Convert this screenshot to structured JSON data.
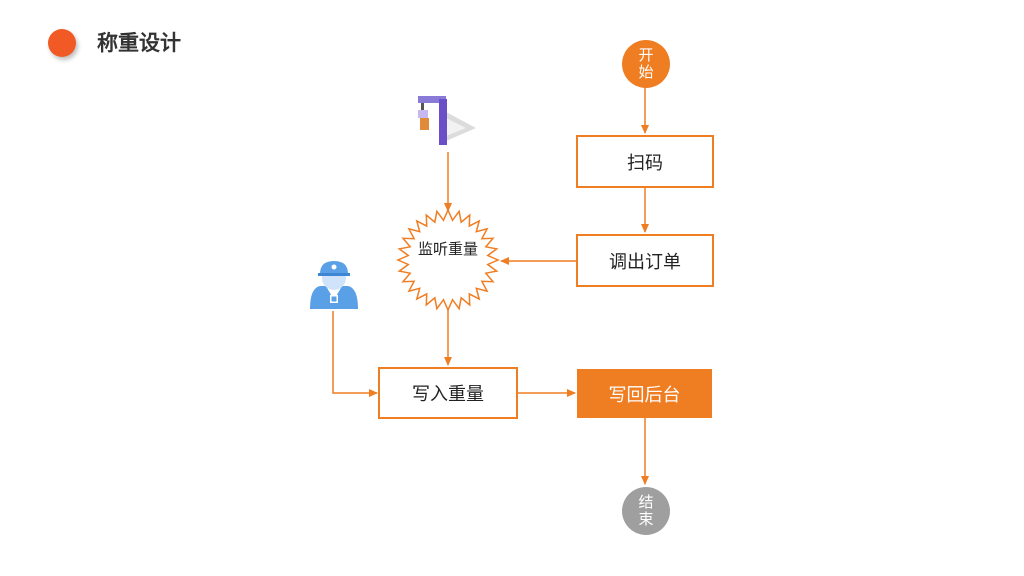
{
  "page": {
    "title": "称重设计"
  },
  "flow": {
    "start": "开始",
    "scan": "扫码",
    "fetch_order": "调出订单",
    "listen_weight": "监听重量",
    "write_weight": "写入重量",
    "write_back": "写回后台",
    "end": "结束"
  },
  "icons": {
    "scale": "crane-scale-icon",
    "operator": "worker-icon"
  },
  "colors": {
    "accent": "#ef7d22",
    "title_dot": "#f15a24",
    "end": "#9f9f9f",
    "operator_icon": "#5aa0e6",
    "scale_icon": "#6a4fc8"
  }
}
